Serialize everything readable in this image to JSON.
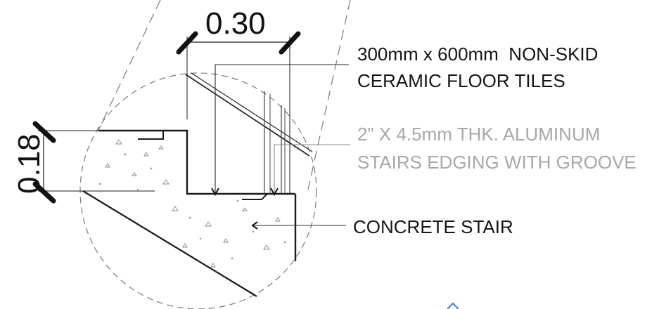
{
  "dimensions": {
    "tread": "0.30",
    "riser": "0.18"
  },
  "notes": {
    "tiles_line1": "300mm x 600mm  NON-SKID",
    "tiles_line2": "CERAMIC FLOOR TILES",
    "edging_line1": "2\" X 4.5mm THK. ALUMINUM",
    "edging_line2": "STAIRS EDGING WITH GROOVE",
    "concrete": "CONCRETE STAIR"
  },
  "colors": {
    "line_dark": "#1a1a1a",
    "line_light": "#9a9a9a",
    "accent_mark": "#3b7bd6"
  }
}
